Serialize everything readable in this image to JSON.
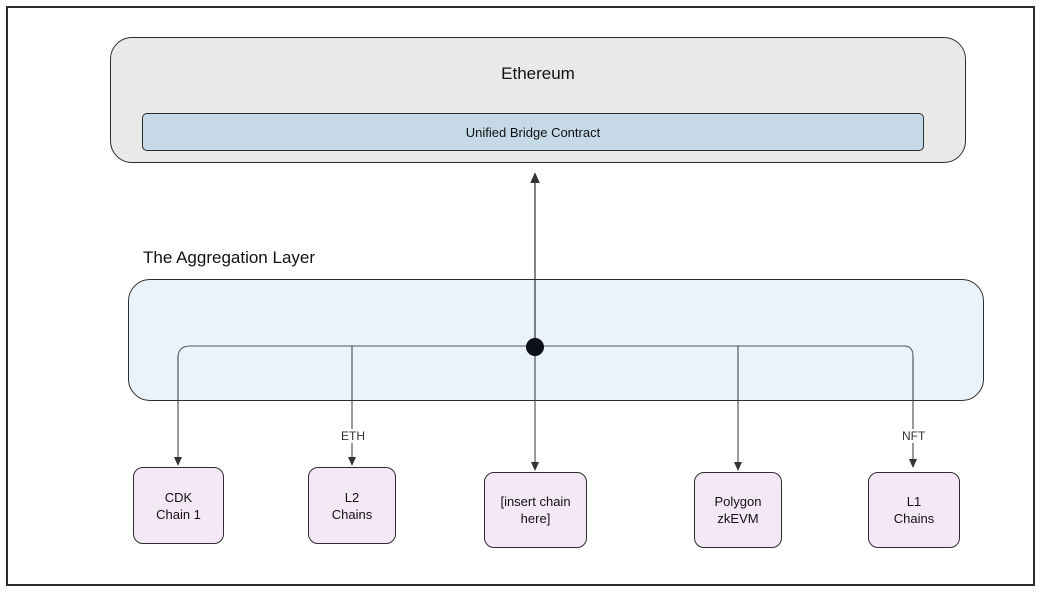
{
  "diagram": {
    "ethereum": {
      "title": "Ethereum",
      "contract": "Unified Bridge Contract"
    },
    "aggregation": {
      "title": "The Aggregation Layer"
    },
    "chains": [
      {
        "label": "CDK\nChain 1"
      },
      {
        "label": "L2\nChains",
        "edge_label": "ETH"
      },
      {
        "label": "[insert chain\nhere]"
      },
      {
        "label": "Polygon\nzkEVM"
      },
      {
        "label": "L1\nChains",
        "edge_label": "NFT"
      }
    ]
  },
  "colors": {
    "ethereum_fill": "#e9e9e9",
    "bridge_fill": "#c5d9e6",
    "aggregation_fill": "#eaf3fb",
    "chain_fill": "#f4e8f6",
    "stroke": "#2d2d2d"
  }
}
